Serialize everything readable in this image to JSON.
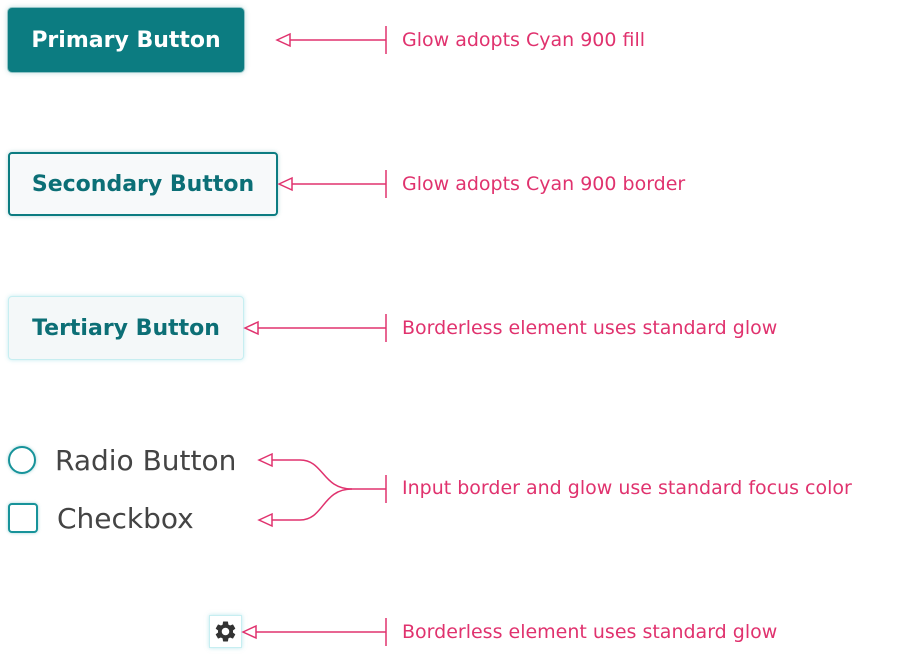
{
  "buttons": {
    "primary": "Primary Button",
    "secondary": "Secondary Button",
    "tertiary": "Tertiary Button"
  },
  "inputs": {
    "radio": "Radio Button",
    "checkbox": "Checkbox"
  },
  "icons": {
    "settings": "gear-icon"
  },
  "annotations": {
    "primary": "Glow adopts Cyan 900 fill",
    "secondary": "Glow adopts Cyan 900 border",
    "tertiary": "Borderless element uses standard glow",
    "inputs": "Input border and glow use standard focus color",
    "icon": "Borderless element uses standard glow"
  },
  "colors": {
    "cyan_900": "#0c7c81",
    "focus": "#17939a",
    "annotation": "#e0326e",
    "text": "#444444"
  }
}
